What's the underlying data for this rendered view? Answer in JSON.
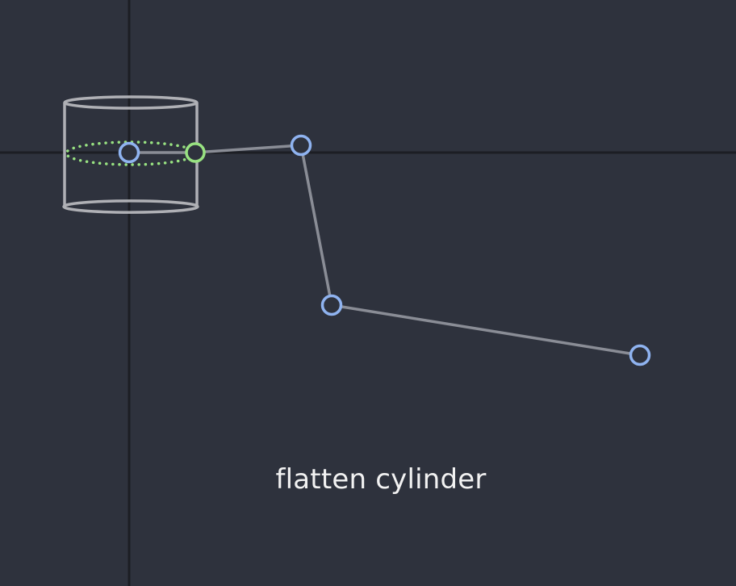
{
  "caption": "flatten cylinder",
  "colors": {
    "background": "#2e323d",
    "axis": "#1c1e24",
    "bone": "#8a8d96",
    "cylinder": "#bdbec3",
    "joint": "#8fb3f0",
    "active_joint": "#98e281",
    "dotted_ring": "#98e281",
    "caption": "#f2f2f2"
  },
  "icons": {
    "joint": "circle-outline",
    "active_joint": "circle-outline",
    "cylinder": "cylinder-wireframe"
  }
}
